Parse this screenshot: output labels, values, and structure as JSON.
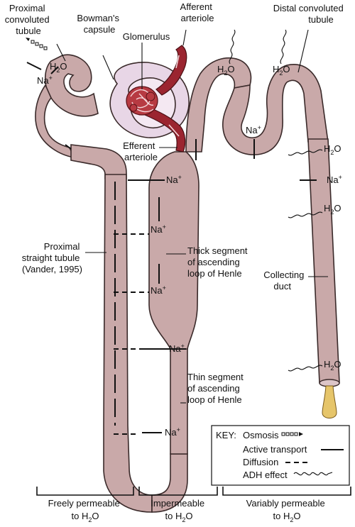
{
  "labels": {
    "proximal_convoluted_tubule": [
      "Proximal",
      "convoluted",
      "tubule"
    ],
    "bowmans_capsule": [
      "Bowman's",
      "capsule"
    ],
    "glomerulus": "Glomerulus",
    "afferent_arteriole": [
      "Afferent",
      "arteriole"
    ],
    "distal_convoluted_tubule": [
      "Distal convoluted",
      "tubule"
    ],
    "efferent_arteriole": [
      "Efferent",
      "arteriole"
    ],
    "proximal_straight_tubule": [
      "Proximal",
      "straight tubule",
      "(Vander, 1995)"
    ],
    "thick_segment": [
      "Thick segment",
      "of ascending",
      "loop of Henle"
    ],
    "thin_segment": [
      "Thin segment",
      "of ascending",
      "loop of Henle"
    ],
    "collecting_duct": [
      "Collecting",
      "duct"
    ]
  },
  "chem": {
    "water_main": "H",
    "water_sub": "2",
    "water_tail": "O",
    "sodium_main": "Na",
    "sodium_sup": "+"
  },
  "key": {
    "title": "KEY:",
    "items": [
      "Osmosis",
      "Active transport",
      "Diffusion",
      "ADH effect"
    ]
  },
  "permeability": [
    {
      "line1": "Freely permeable",
      "line2_main": "to H",
      "line2_sub": "2",
      "line2_tail": "O"
    },
    {
      "line1": "Impermeable",
      "line2_main": "to H",
      "line2_sub": "2",
      "line2_tail": "O"
    },
    {
      "line1": "Variably permeable",
      "line2_main": "to H",
      "line2_sub": "2",
      "line2_tail": "O"
    }
  ],
  "colors": {
    "tubule": "#c9a9a9",
    "capsule": "#e8d6e6",
    "arteriole": "#9b2530",
    "urine_drop": "#e6c56a"
  }
}
